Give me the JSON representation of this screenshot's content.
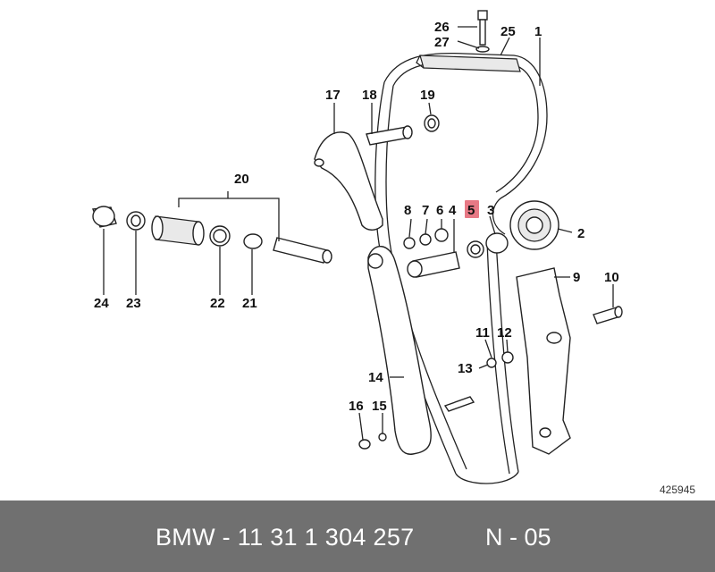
{
  "diagram": {
    "labels": [
      {
        "id": "26",
        "text": "26"
      },
      {
        "id": "27",
        "text": "27"
      },
      {
        "id": "25",
        "text": "25"
      },
      {
        "id": "1",
        "text": "1"
      },
      {
        "id": "17",
        "text": "17"
      },
      {
        "id": "18",
        "text": "18"
      },
      {
        "id": "19",
        "text": "19"
      },
      {
        "id": "20",
        "text": "20"
      },
      {
        "id": "8",
        "text": "8"
      },
      {
        "id": "7",
        "text": "7"
      },
      {
        "id": "6",
        "text": "6"
      },
      {
        "id": "4",
        "text": "4"
      },
      {
        "id": "5",
        "text": "5"
      },
      {
        "id": "3",
        "text": "3"
      },
      {
        "id": "2",
        "text": "2"
      },
      {
        "id": "9",
        "text": "9"
      },
      {
        "id": "10",
        "text": "10"
      },
      {
        "id": "24",
        "text": "24"
      },
      {
        "id": "23",
        "text": "23"
      },
      {
        "id": "22",
        "text": "22"
      },
      {
        "id": "21",
        "text": "21"
      },
      {
        "id": "11",
        "text": "11"
      },
      {
        "id": "12",
        "text": "12"
      },
      {
        "id": "13",
        "text": "13"
      },
      {
        "id": "14",
        "text": "14"
      },
      {
        "id": "16",
        "text": "16"
      },
      {
        "id": "15",
        "text": "15"
      }
    ],
    "highlighted_label": "5",
    "highlight_color": "#e46a78",
    "drawing_number": "425945"
  },
  "footer": {
    "part_number": "BMW - 11 31 1 304 257",
    "position_code": "N - 05",
    "background_color": "#707070"
  }
}
